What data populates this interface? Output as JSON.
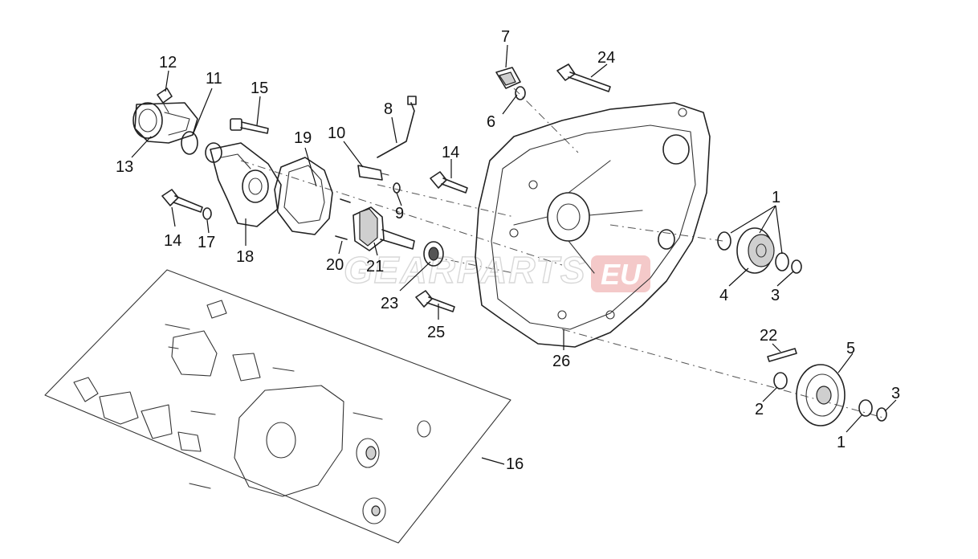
{
  "watermark": {
    "text": "GEARPARTS",
    "badge_text": "EU"
  },
  "callouts": [
    {
      "id": "c1a",
      "label": "1"
    },
    {
      "id": "c1b",
      "label": "1"
    },
    {
      "id": "c2",
      "label": "2"
    },
    {
      "id": "c3a",
      "label": "3"
    },
    {
      "id": "c3b",
      "label": "3"
    },
    {
      "id": "c4",
      "label": "4"
    },
    {
      "id": "c5",
      "label": "5"
    },
    {
      "id": "c6",
      "label": "6"
    },
    {
      "id": "c7",
      "label": "7"
    },
    {
      "id": "c8",
      "label": "8"
    },
    {
      "id": "c9",
      "label": "9"
    },
    {
      "id": "c10",
      "label": "10"
    },
    {
      "id": "c11",
      "label": "11"
    },
    {
      "id": "c12",
      "label": "12"
    },
    {
      "id": "c13",
      "label": "13"
    },
    {
      "id": "c14a",
      "label": "14"
    },
    {
      "id": "c14b",
      "label": "14"
    },
    {
      "id": "c15",
      "label": "15"
    },
    {
      "id": "c16",
      "label": "16"
    },
    {
      "id": "c17",
      "label": "17"
    },
    {
      "id": "c18",
      "label": "18"
    },
    {
      "id": "c19",
      "label": "19"
    },
    {
      "id": "c20",
      "label": "20"
    },
    {
      "id": "c21",
      "label": "21"
    },
    {
      "id": "c22",
      "label": "22"
    },
    {
      "id": "c23",
      "label": "23"
    },
    {
      "id": "c24",
      "label": "24"
    },
    {
      "id": "c25",
      "label": "25"
    },
    {
      "id": "c26",
      "label": "26"
    }
  ]
}
